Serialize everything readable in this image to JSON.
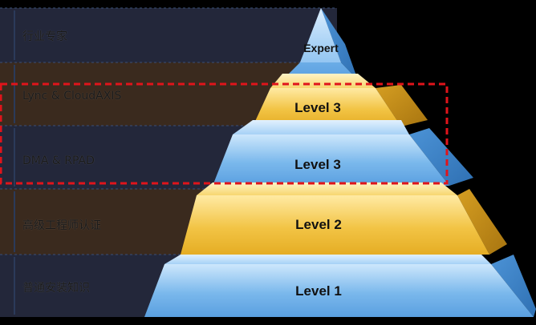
{
  "bands": [
    {
      "label": "行业专家",
      "color": "#23273a"
    },
    {
      "label": "Lync & CloudAXIS",
      "color": "#3a2a1e"
    },
    {
      "label": "DMA & RPAD",
      "color": "#23273a"
    },
    {
      "label": "高级工程师认证",
      "color": "#3a2a1e"
    },
    {
      "label": "普通安装知识",
      "color": "#23273a"
    }
  ],
  "pyramid": [
    {
      "label": "Expert",
      "tier": "blue"
    },
    {
      "label": "Level 3",
      "tier": "gold"
    },
    {
      "label": "Level 3",
      "tier": "blue"
    },
    {
      "label": "Level 2",
      "tier": "gold"
    },
    {
      "label": "Level 1",
      "tier": "blue"
    }
  ],
  "colors": {
    "blue_face": "#7ab8ec",
    "blue_light": "#c4e2fb",
    "blue_side": "#3f86cc",
    "gold_face": "#f2c445",
    "gold_light": "#ffe9a0",
    "gold_side": "#c8921a",
    "highlight": "#e0141b"
  }
}
